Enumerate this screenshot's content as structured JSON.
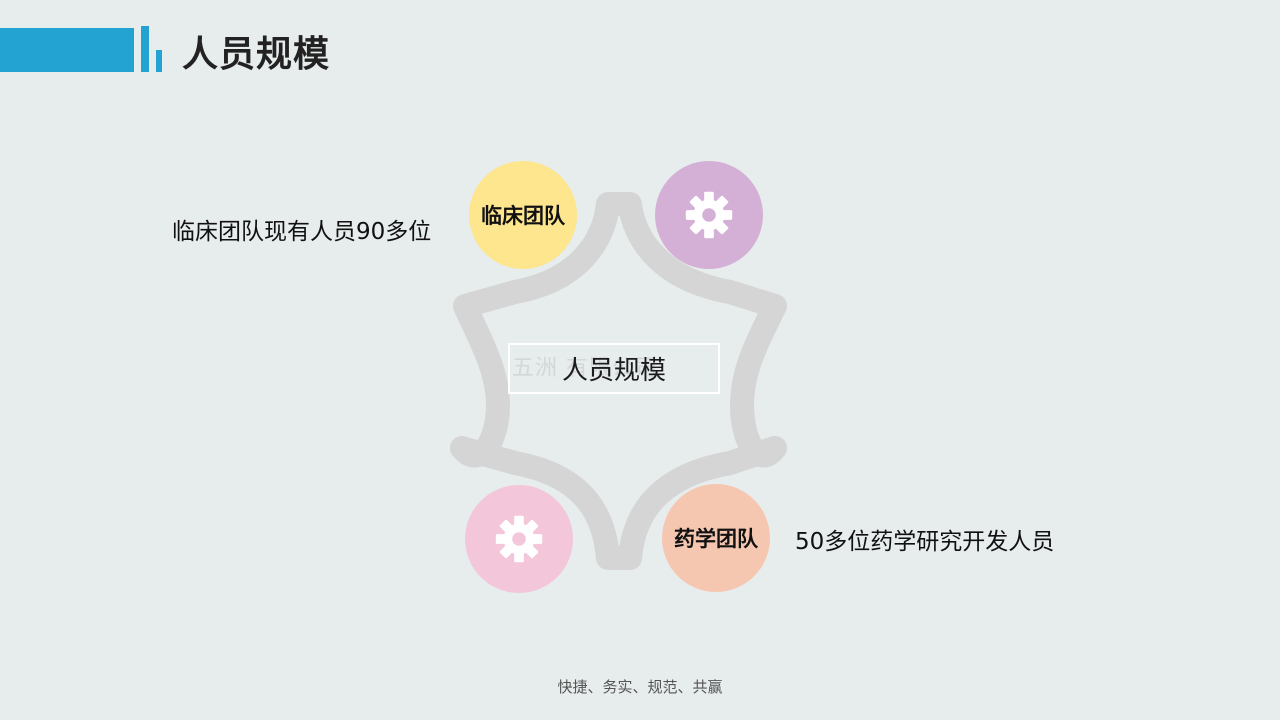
{
  "header": {
    "title": "人员规模"
  },
  "diagram": {
    "center_label": "人员规模",
    "watermark": "五洲                  有限公司",
    "circles": [
      {
        "position": "top-left",
        "label": "临床团队",
        "color": "#fde68d",
        "icon": ""
      },
      {
        "position": "top-right",
        "label": "",
        "color": "#d4b0d6",
        "icon": "gear-icon"
      },
      {
        "position": "bottom-left",
        "label": "",
        "color": "#f3c6da",
        "icon": "gear-icon"
      },
      {
        "position": "bottom-right",
        "label": "药学团队",
        "color": "#f5c7b1",
        "icon": ""
      }
    ],
    "left_description": "临床团队现有人员90多位",
    "right_description": "50多位药学研究开发人员"
  },
  "footer": {
    "slogan": "快捷、务实、规范、共赢"
  },
  "colors": {
    "accent": "#23a3d1",
    "frame": "#d5d5d5",
    "background": "#e7ecec"
  }
}
